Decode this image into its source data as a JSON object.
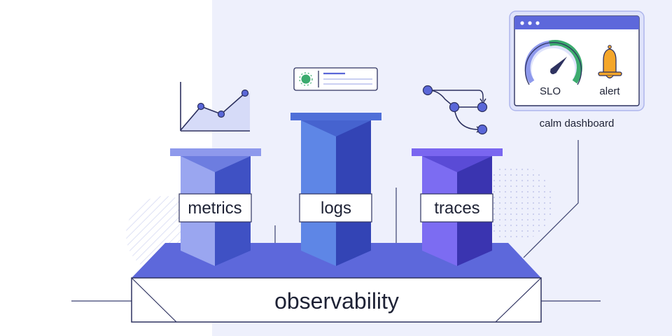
{
  "pillars": [
    {
      "id": "metrics",
      "label": "metrics"
    },
    {
      "id": "logs",
      "label": "logs"
    },
    {
      "id": "traces",
      "label": "traces"
    }
  ],
  "base": {
    "label": "observability"
  },
  "dashboard": {
    "caption": "calm dashboard",
    "slo_label": "SLO",
    "alert_label": "alert"
  },
  "colors": {
    "panel_bg": "#eef0fc",
    "base_top": "#5d68db",
    "pillar_light": "#9aa6f0",
    "pillar_dark": "#3b4cc0",
    "logs_light": "#5e86e6",
    "traces_light": "#7c6cf2",
    "gauge_green": "#3cab6e",
    "bell_orange": "#f4a62a"
  },
  "icons": [
    "line-chart-icon",
    "log-card-icon",
    "trace-flow-icon",
    "gauge-icon",
    "bell-icon"
  ]
}
